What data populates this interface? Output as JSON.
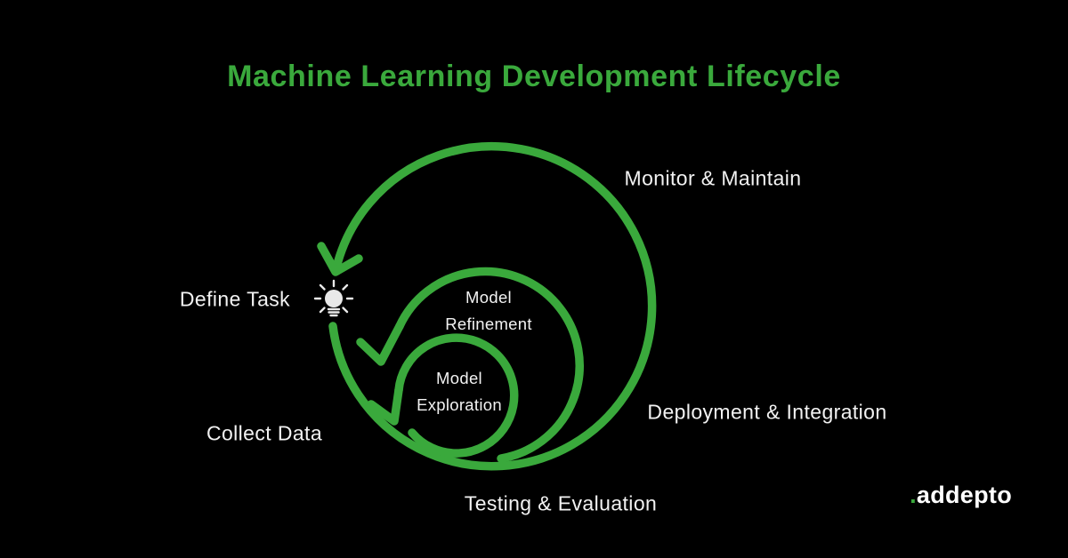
{
  "title": "Machine Learning Development Lifecycle",
  "colors": {
    "background": "#000000",
    "green": "#3aa93c",
    "text": "#f2f2f2",
    "bulb": "#e9e9e9"
  },
  "diagram": {
    "type": "spiral",
    "loop_count": 3,
    "flow_direction": "counterclockwise"
  },
  "stages": {
    "monitor": "Monitor & Maintain",
    "define": "Define Task",
    "collect": "Collect Data",
    "testing": "Testing & Evaluation",
    "deployment": "Deployment & Integration"
  },
  "inner": {
    "refinement": {
      "line1": "Model",
      "line2": "Refinement"
    },
    "exploration": {
      "line1": "Model",
      "line2": "Exploration"
    }
  },
  "icons": {
    "lightbulb": "lightbulb-icon"
  },
  "logo": {
    "dot": ".",
    "name": "addepto"
  }
}
